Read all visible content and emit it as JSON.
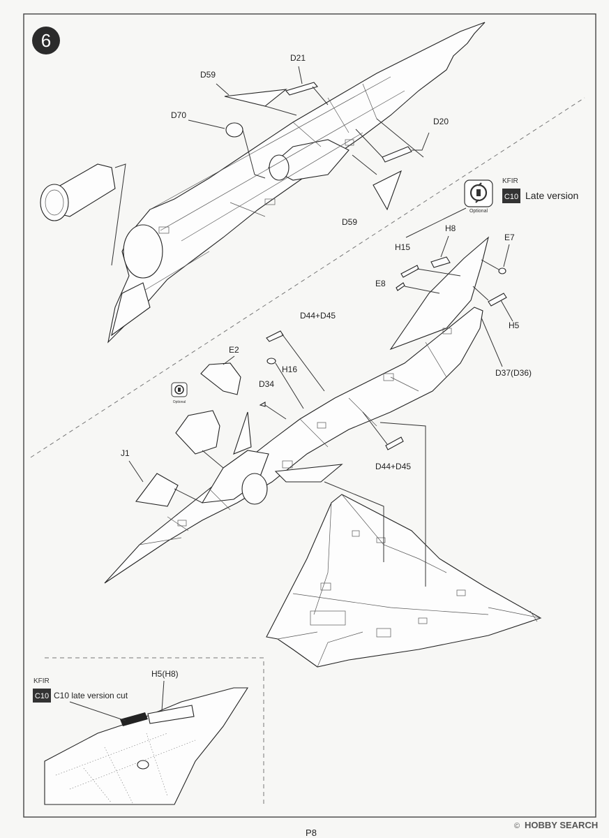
{
  "step": {
    "number": "6"
  },
  "labels": {
    "d21": "D21",
    "d59_top": "D59",
    "d70": "D70",
    "d20": "D20",
    "d59_bottom": "D59",
    "h8": "H8",
    "e7": "E7",
    "h15": "H15",
    "e8": "E8",
    "h5": "H5",
    "d44_d45_top": "D44+D45",
    "e2": "E2",
    "h16": "H16",
    "d34": "D34",
    "d37": "D37(D36)",
    "j1": "J1",
    "d44_d45_bottom": "D44+D45",
    "h5_h8": "H5(H8)"
  },
  "version_note": {
    "header": "KFIR",
    "badge": "C10",
    "text": "Late version"
  },
  "optional_labels": {
    "large": "Optional",
    "small": "Optional"
  },
  "inset": {
    "header": "KFIR",
    "badge": "C10",
    "text": "C10  late version cut"
  },
  "watermark": {
    "brand": "HOBBY SEARCH",
    "copyright": "©"
  },
  "page_number": "P8",
  "colors": {
    "badge_bg": "#333333",
    "badge_fg": "#ffffff",
    "ink": "#222222",
    "paper": "#f7f7f5"
  }
}
